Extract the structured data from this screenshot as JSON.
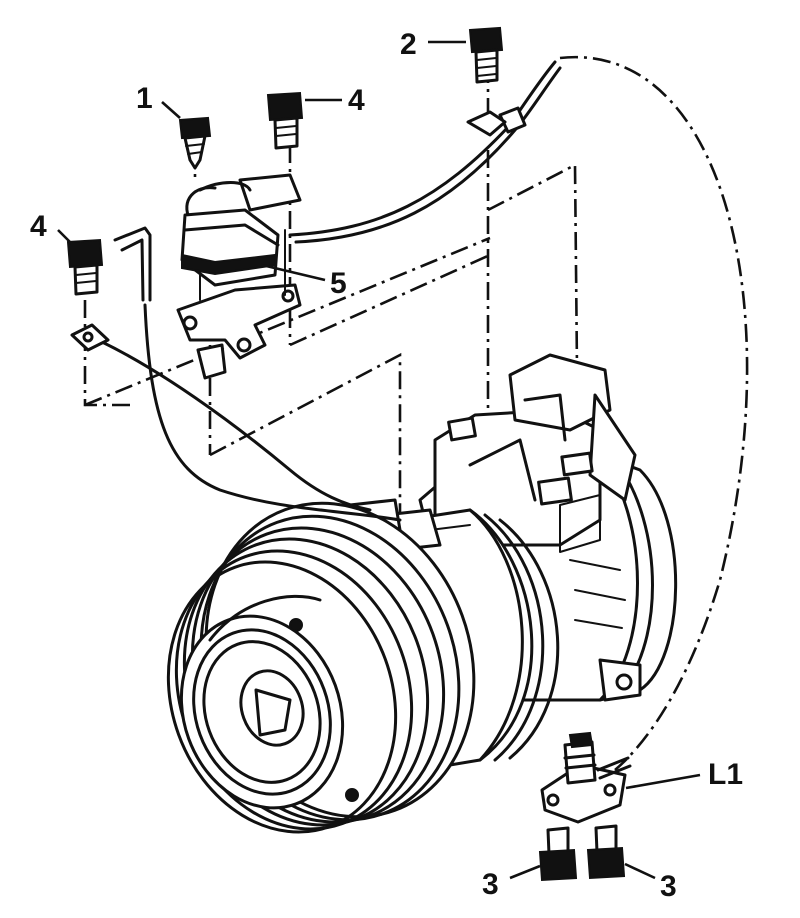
{
  "callouts": {
    "c1": "1",
    "c2": "2",
    "c3a": "3",
    "c3b": "3",
    "c4a": "4",
    "c4b": "4",
    "c5": "5",
    "cL1": "L1"
  },
  "colors": {
    "ink": "#111111",
    "paper": "#ffffff"
  }
}
